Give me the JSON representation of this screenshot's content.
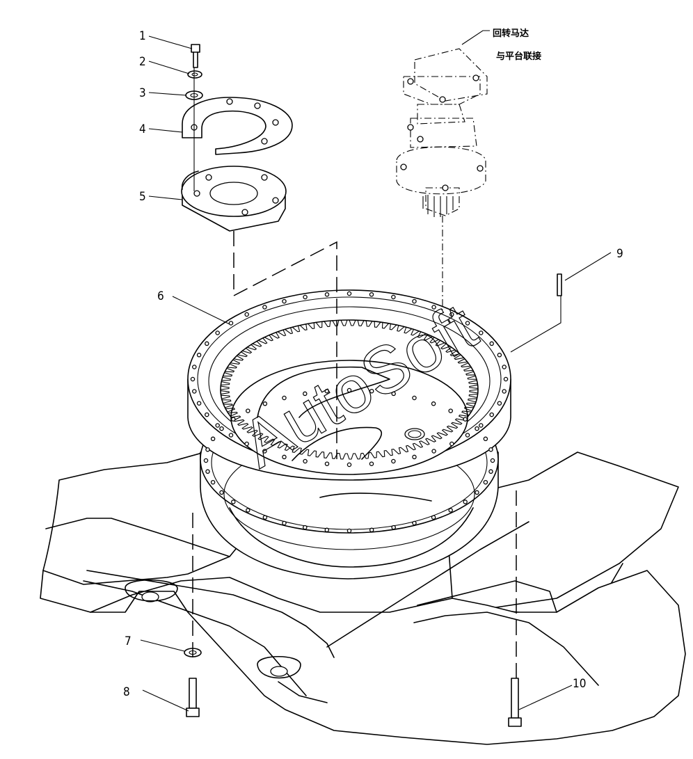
{
  "callouts": [
    {
      "id": "1",
      "text": "1"
    },
    {
      "id": "2",
      "text": "2"
    },
    {
      "id": "3",
      "text": "3"
    },
    {
      "id": "4",
      "text": "4"
    },
    {
      "id": "5",
      "text": "5"
    },
    {
      "id": "6",
      "text": "6"
    },
    {
      "id": "7",
      "text": "7"
    },
    {
      "id": "8",
      "text": "8"
    },
    {
      "id": "9",
      "text": "9"
    },
    {
      "id": "10",
      "text": "10"
    }
  ],
  "annotation": {
    "line1": "回转马达",
    "line2": "与平台联接"
  },
  "watermark": "AutoSoft"
}
